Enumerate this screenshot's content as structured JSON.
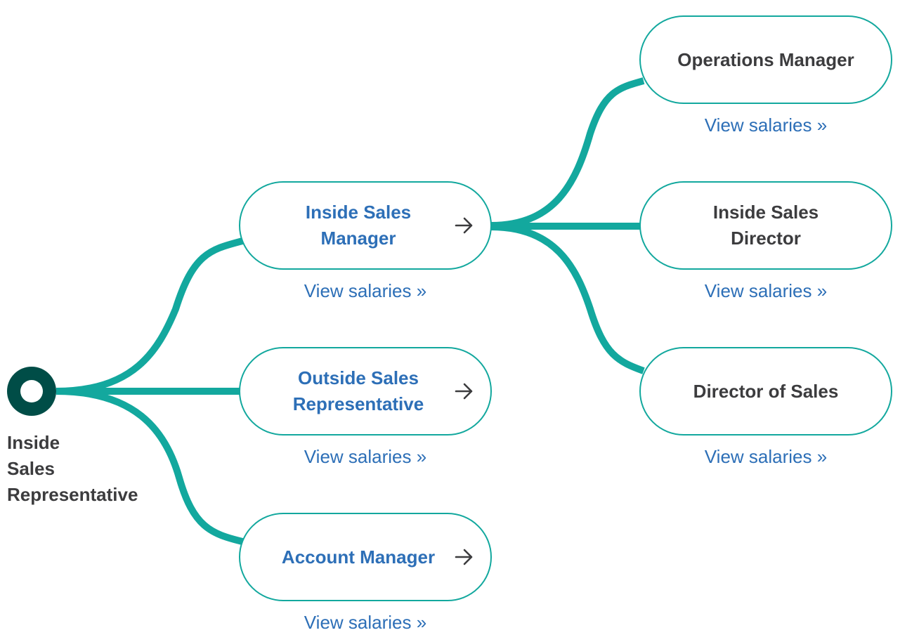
{
  "origin": {
    "label_lines": [
      "Inside",
      "Sales",
      "Representative"
    ]
  },
  "colors": {
    "connector": "#13a89e",
    "node_border": "#13a89e",
    "origin_fill": "#004d47",
    "link": "#2d6fb7",
    "text_dark": "#3c3c3e"
  },
  "first_level": [
    {
      "title_lines": [
        "Inside Sales",
        "Manager"
      ],
      "icon": "arrow-right-icon",
      "link": "View salaries »"
    },
    {
      "title_lines": [
        "Outside Sales",
        "Representative"
      ],
      "icon": "arrow-right-icon",
      "link": "View salaries »"
    },
    {
      "title_lines": [
        "Account Manager"
      ],
      "icon": "arrow-right-icon",
      "link": "View salaries »"
    }
  ],
  "second_level": [
    {
      "title_lines": [
        "Operations Manager"
      ],
      "link": "View salaries »"
    },
    {
      "title_lines": [
        "Inside Sales",
        "Director"
      ],
      "link": "View salaries »"
    },
    {
      "title_lines": [
        "Director of Sales"
      ],
      "link": "View salaries »"
    }
  ]
}
